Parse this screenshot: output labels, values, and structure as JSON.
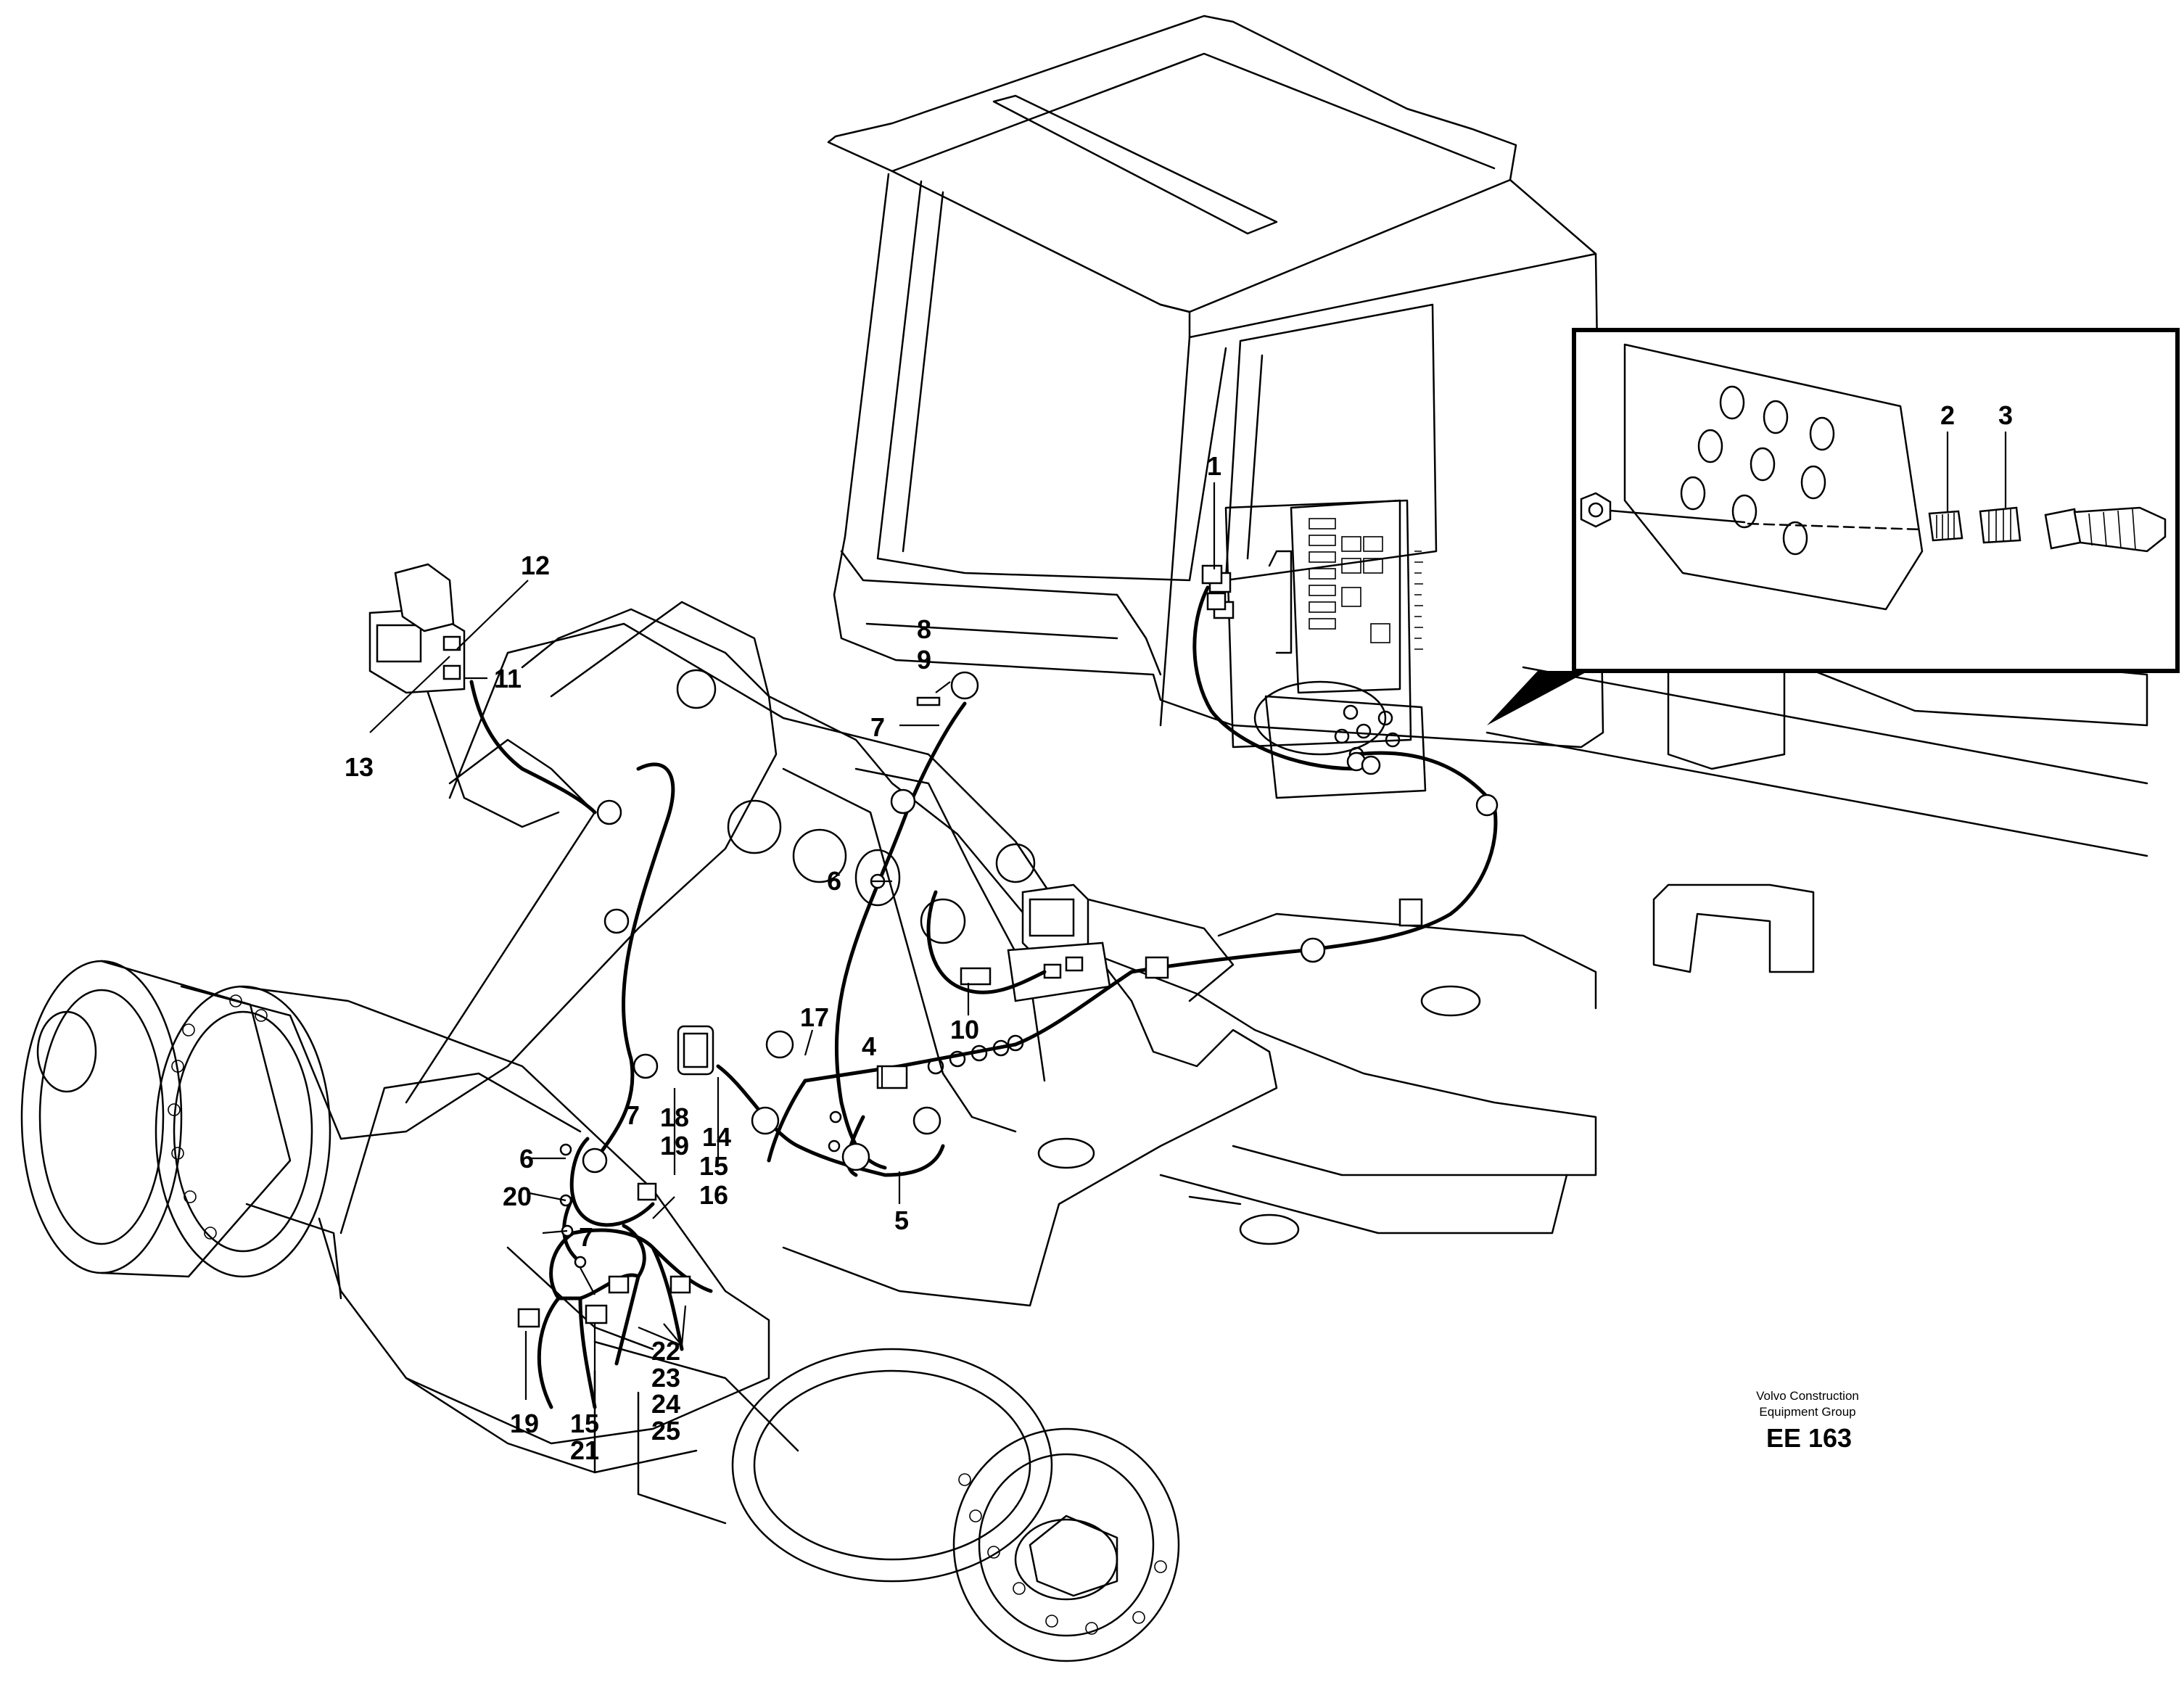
{
  "callouts": {
    "c1": "1",
    "c2": "2",
    "c3": "3",
    "c4": "4",
    "c5": "5",
    "c6a": "6",
    "c6b": "6",
    "c7a": "7",
    "c7b": "7",
    "c7c": "7",
    "c8": "8",
    "c9a": "9",
    "c10": "10",
    "c11": "11",
    "c12": "12",
    "c13": "13",
    "c14": "14",
    "c15a": "15",
    "c16": "16",
    "c17": "17",
    "c18": "18",
    "c19a": "19",
    "c20": "20",
    "c22": "22",
    "c23": "23",
    "c24": "24",
    "c25": "25",
    "c19b": "19",
    "c15b": "15",
    "c21": "21"
  },
  "credit": {
    "line1": "Volvo Construction",
    "line2": "Equipment Group",
    "code": "EE 163"
  }
}
